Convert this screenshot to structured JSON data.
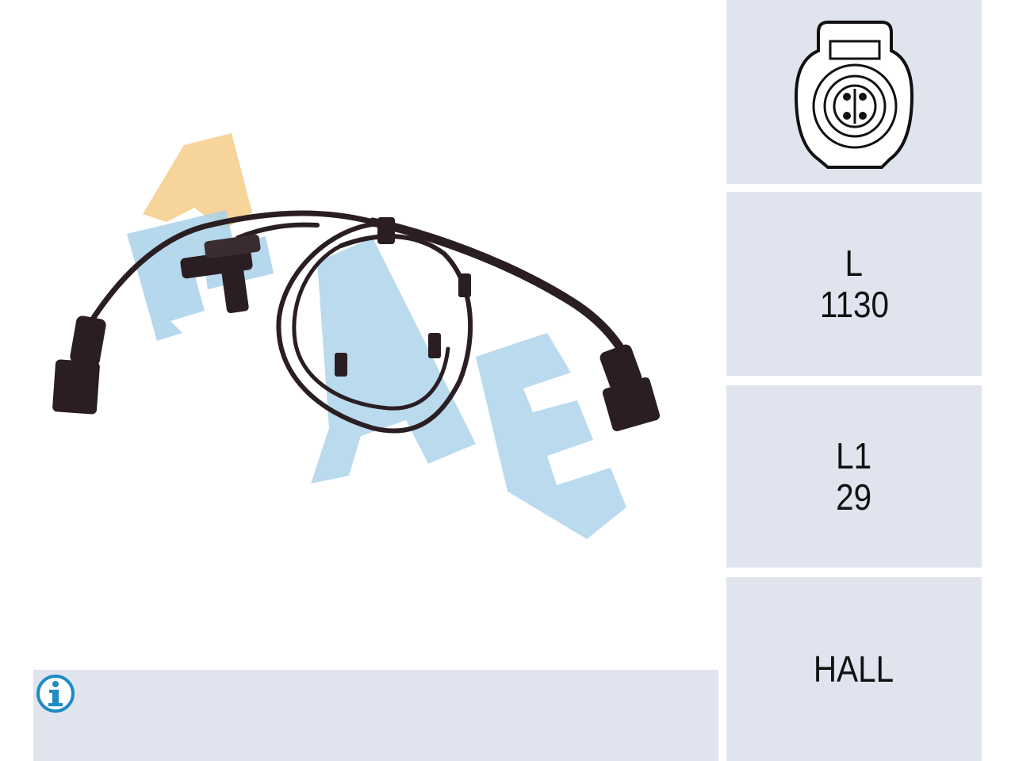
{
  "brand": {
    "logo_text": "1 FAE",
    "logo_accent_color": "#f5cf8f",
    "logo_main_color": "#a9d1ea"
  },
  "product": {
    "image": "abs-wheel-speed-sensor-cable",
    "cable_color": "#2a1e22"
  },
  "info": {
    "icon": "info-icon",
    "icon_color": "#1e8bc3",
    "text": ""
  },
  "specs": {
    "connector_icon": "round-connector-4-pin-icon",
    "length": {
      "label": "L",
      "value": "1130"
    },
    "length1": {
      "label": "L1",
      "value": "29"
    },
    "type": {
      "label": "HALL"
    }
  },
  "colors": {
    "panel_bg": "#dfe4ee",
    "text": "#111111"
  }
}
